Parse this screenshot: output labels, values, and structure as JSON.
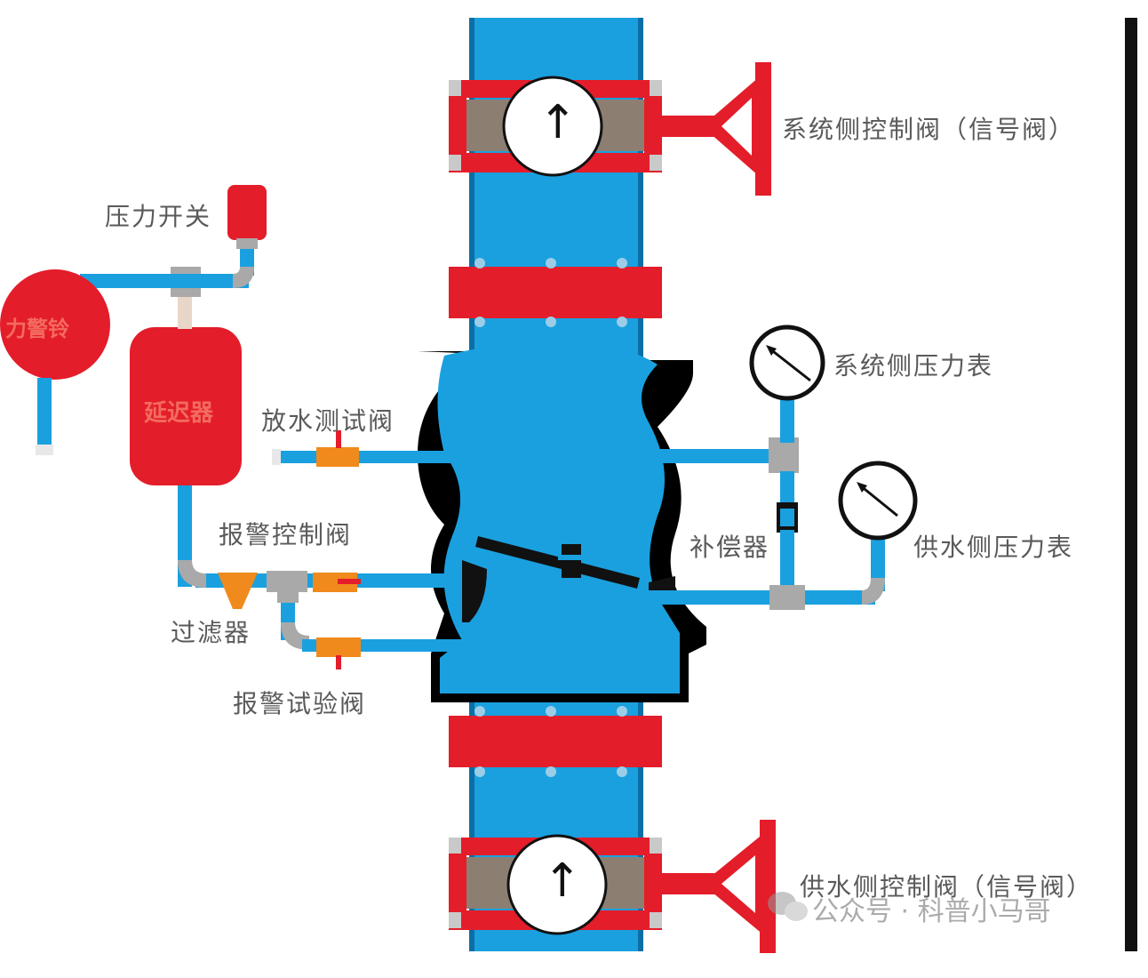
{
  "labels": {
    "system_control_valve": "系统侧控制阀（信号阀）",
    "pressure_switch": "压力开关",
    "system_pressure_gauge": "系统侧压力表",
    "drain_test_valve": "放水测试阀",
    "alarm_control_valve": "报警控制阀",
    "compensator": "补偿器",
    "supply_pressure_gauge": "供水侧压力表",
    "filter": "过滤器",
    "alarm_test_valve": "报警试验阀",
    "supply_control_valve": "供水侧控制阀（信号阀）"
  },
  "component_text": {
    "alarm_bell": "力警铃",
    "retard_chamber": "延迟器"
  },
  "flow_direction_symbol": "↑",
  "watermark": {
    "icon": "wechat-icon",
    "text": "公众号 · 科普小马哥"
  },
  "colors": {
    "water": "#1aa0df",
    "flange": "#e41d2a",
    "valve_body_outline": "#000000",
    "fitting": "#a9a9a9",
    "orange_valve": "#f08a1c",
    "label_text": "#5a5a5a"
  }
}
